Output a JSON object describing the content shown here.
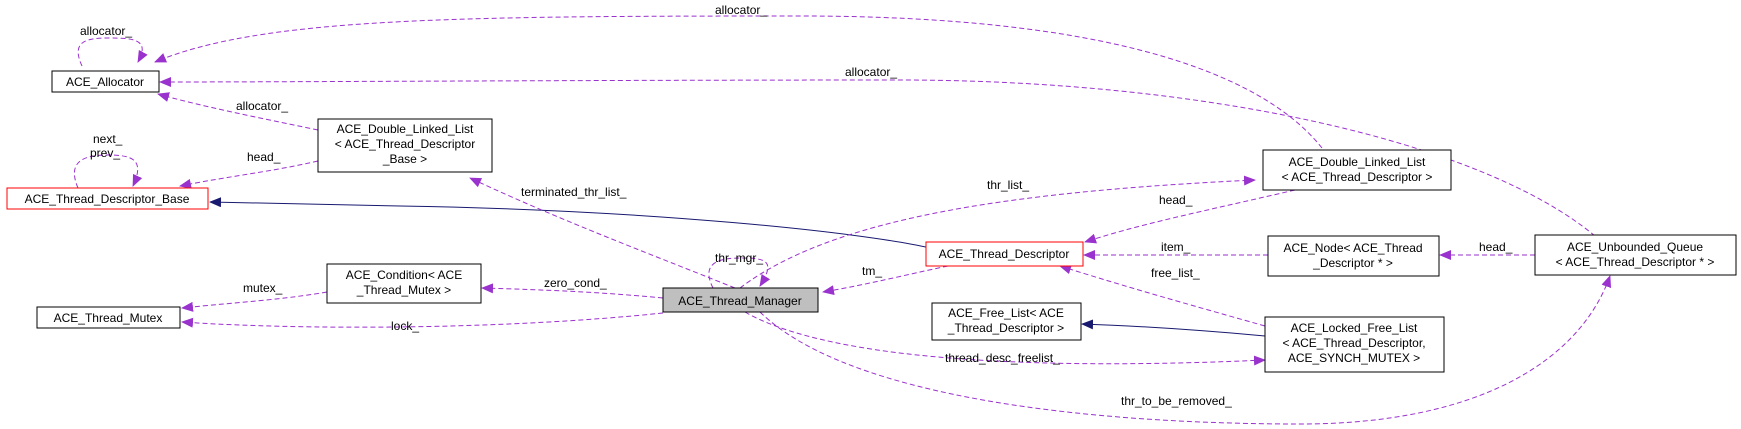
{
  "diagram": {
    "nodes": {
      "allocator": {
        "lines": [
          "ACE_Allocator"
        ]
      },
      "tdbase": {
        "lines": [
          "ACE_Thread_Descriptor_Base"
        ]
      },
      "mutex": {
        "lines": [
          "ACE_Thread_Mutex"
        ]
      },
      "dll_base": {
        "lines": [
          "ACE_Double_Linked_List",
          "< ACE_Thread_Descriptor",
          "_Base >"
        ]
      },
      "condition": {
        "lines": [
          "ACE_Condition< ACE",
          "_Thread_Mutex >"
        ]
      },
      "manager": {
        "lines": [
          "ACE_Thread_Manager"
        ]
      },
      "descriptor": {
        "lines": [
          "ACE_Thread_Descriptor"
        ]
      },
      "freelist": {
        "lines": [
          "ACE_Free_List< ACE",
          "_Thread_Descriptor >"
        ]
      },
      "dll_td": {
        "lines": [
          "ACE_Double_Linked_List",
          "< ACE_Thread_Descriptor >"
        ]
      },
      "node": {
        "lines": [
          "ACE_Node< ACE_Thread",
          "_Descriptor * >"
        ]
      },
      "lockedfree": {
        "lines": [
          "ACE_Locked_Free_List",
          "< ACE_Thread_Descriptor,",
          "ACE_SYNCH_MUTEX >"
        ]
      },
      "queue": {
        "lines": [
          "ACE_Unbounded_Queue",
          "< ACE_Thread_Descriptor * >"
        ]
      }
    },
    "edge_labels": {
      "allocator_self": "allocator_",
      "allocator_top": "allocator_",
      "allocator_long": "allocator_",
      "allocator_dll": "allocator_",
      "next_prev": [
        "next_",
        "prev_"
      ],
      "head_base": "head_",
      "terminated": "terminated_thr_list_",
      "thr_list": "thr_list_",
      "head_td": "head_",
      "thr_mgr": "thr_mgr_",
      "tm": "tm_",
      "item": "item_",
      "head_queue": "head_",
      "free_list": "free_list_",
      "mutex": "mutex_",
      "zero_cond": "zero_cond_",
      "lock": "lock_",
      "thread_desc_freelist": "thread_desc_freelist_",
      "thr_to_be_removed": "thr_to_be_removed_"
    },
    "colors": {
      "usage_edge": "#9a32cd",
      "inherit_edge": "#191970",
      "highlight_border": "#ff0000",
      "current_fill": "#bfbfbf"
    }
  }
}
